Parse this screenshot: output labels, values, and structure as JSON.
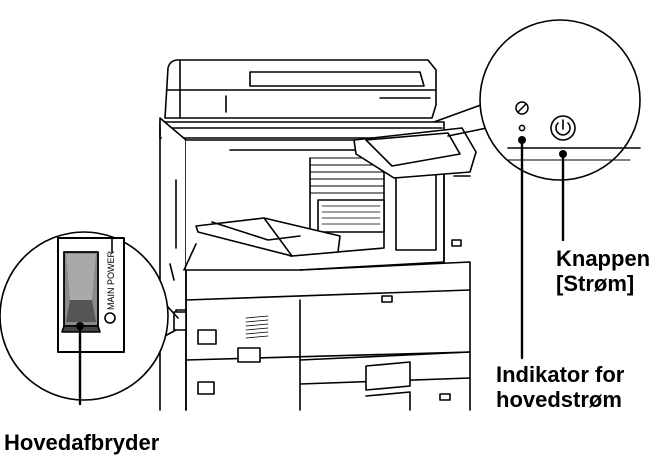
{
  "callouts": {
    "power_button": [
      "Knappen",
      "[Strøm]"
    ],
    "main_power_indicator": [
      "Indikator for",
      "hovedstrøm"
    ],
    "main_switch": "Hovedafbryder"
  },
  "switch_text": "MAIN POWER",
  "colors": {
    "line": "#000000",
    "printer_fill": "#ffffff",
    "switch_dark": "#555555",
    "switch_mid": "#8a8a8a"
  }
}
